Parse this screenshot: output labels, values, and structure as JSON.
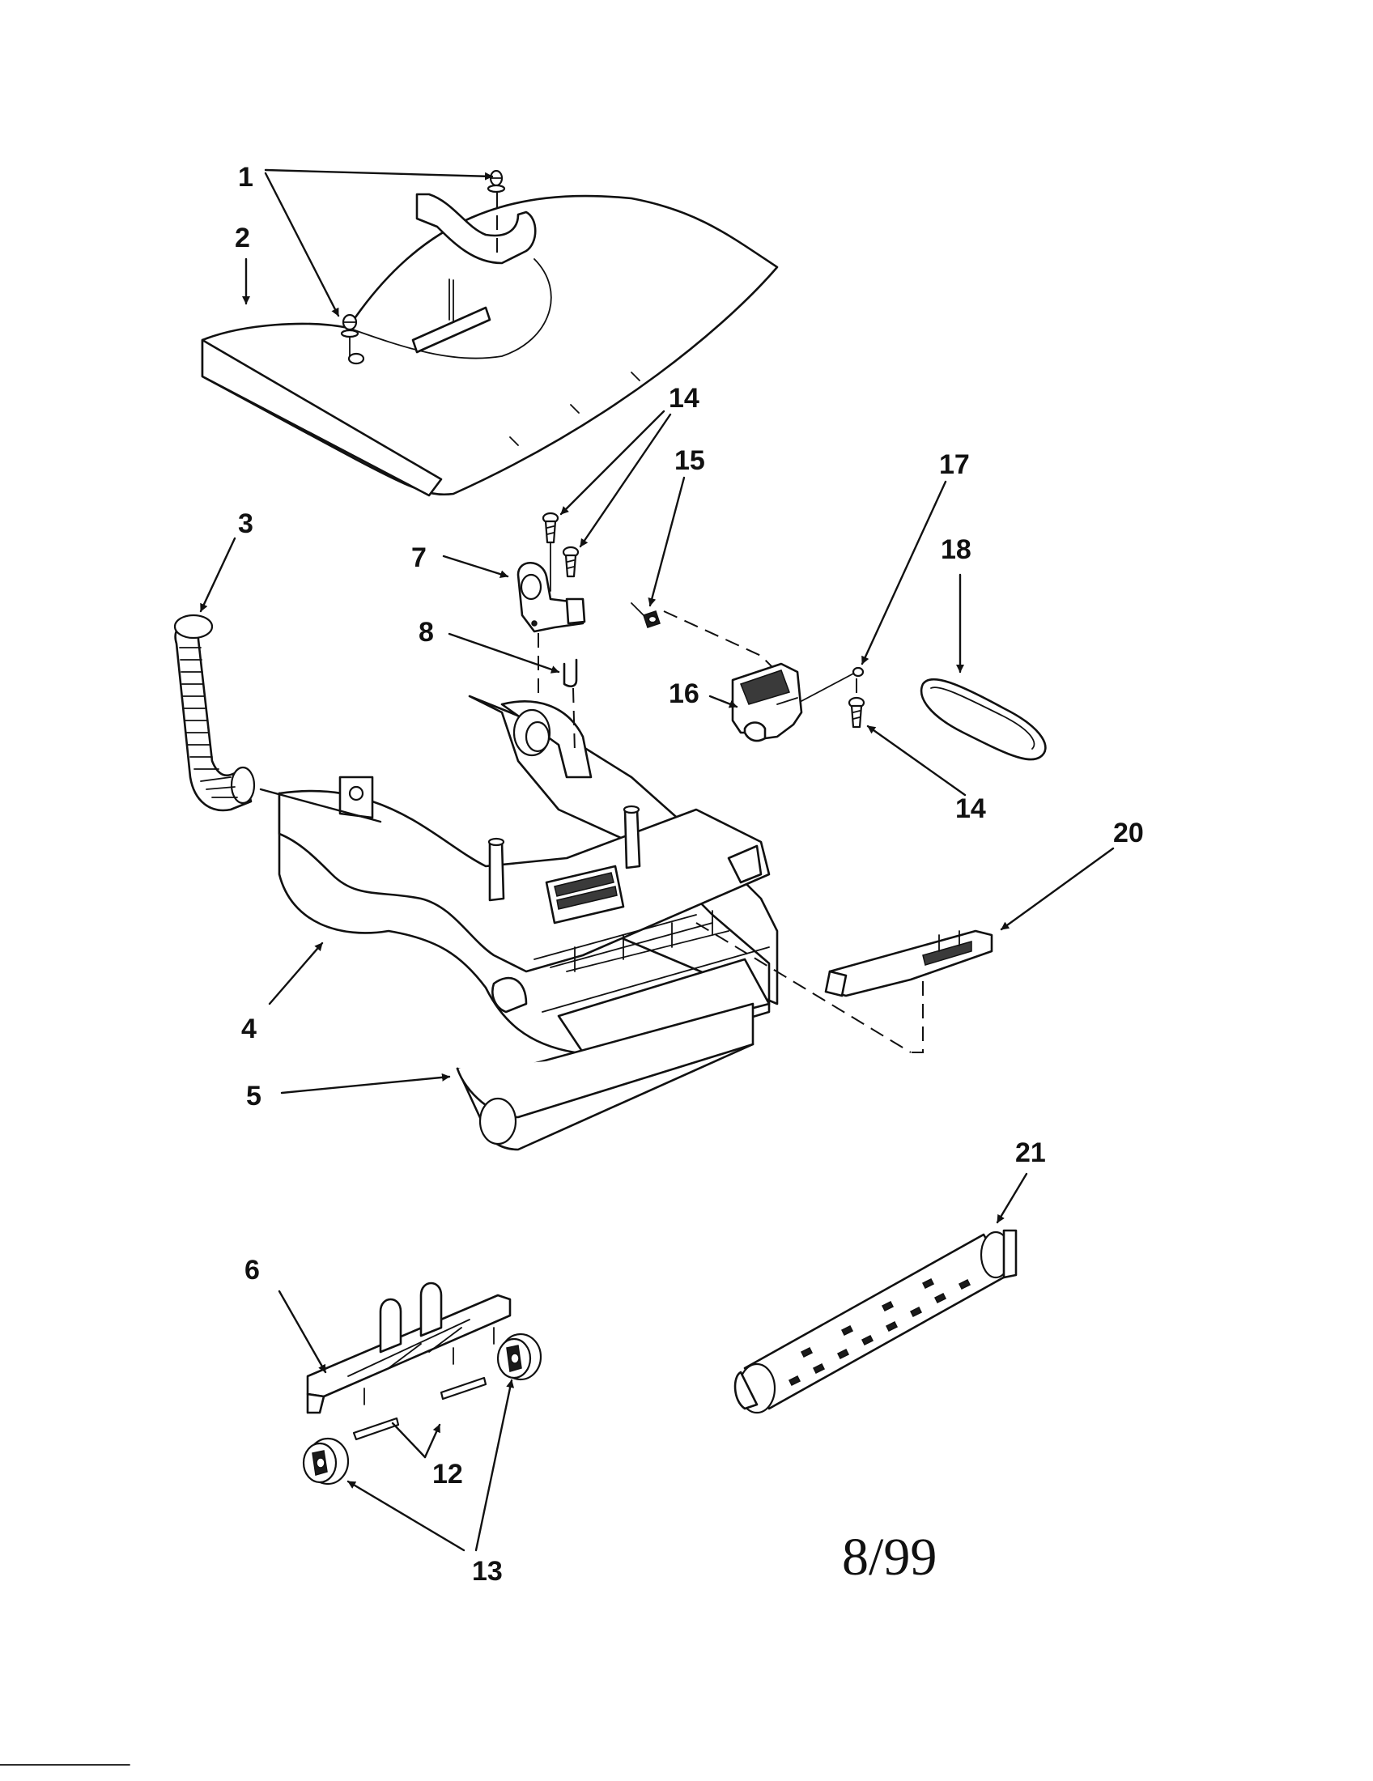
{
  "callouts": {
    "c1": "1",
    "c2": "2",
    "c3": "3",
    "c4": "4",
    "c5": "5",
    "c6": "6",
    "c7": "7",
    "c8": "8",
    "c12": "12",
    "c13": "13",
    "c14a": "14",
    "c14b": "14",
    "c15": "15",
    "c16": "16",
    "c17": "17",
    "c18": "18",
    "c20": "20",
    "c21": "21"
  },
  "footer": {
    "date": "8/99"
  }
}
